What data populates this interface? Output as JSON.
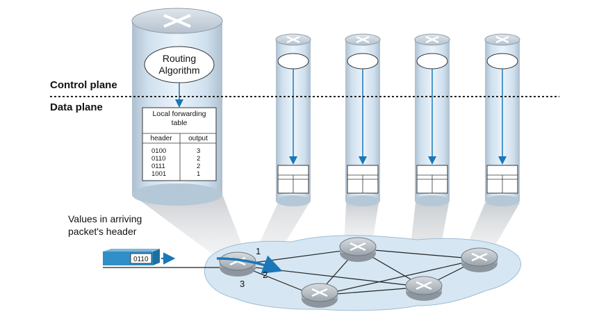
{
  "labels": {
    "control_plane": "Control plane",
    "data_plane": "Data plane",
    "routing_algorithm_line1": "Routing",
    "routing_algorithm_line2": "Algorithm",
    "values_line1": "Values in arriving",
    "values_line2": "packet's header",
    "packet_header_value": "0110"
  },
  "forwarding_table": {
    "title_line1": "Local forwarding",
    "title_line2": "table",
    "columns": [
      "header",
      "output"
    ],
    "rows": [
      {
        "header": "0100",
        "output": "3"
      },
      {
        "header": "0110",
        "output": "2"
      },
      {
        "header": "0111",
        "output": "2"
      },
      {
        "header": "1001",
        "output": "1"
      }
    ]
  },
  "router_ports": [
    "1",
    "2",
    "3"
  ],
  "colors": {
    "accent_blue": "#1a77b8",
    "cylinder_body": "#cfe1ef",
    "cylinder_top": "#a9bfd0",
    "network_cloud": "#d6e7f3",
    "router_body": "#bfc6cc"
  }
}
